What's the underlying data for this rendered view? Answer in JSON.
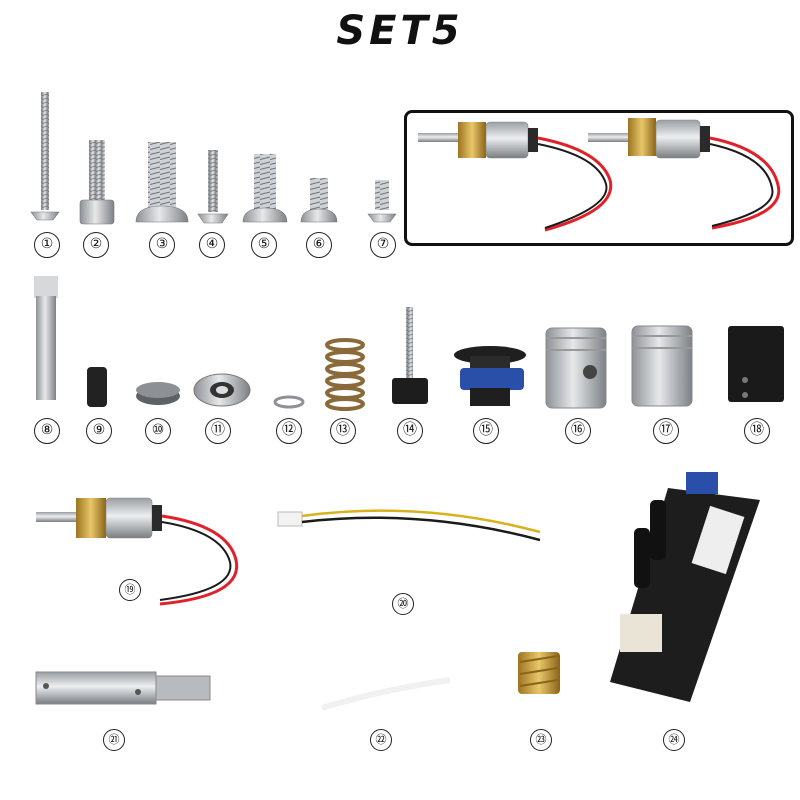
{
  "title": "SET5",
  "labels": [
    "①",
    "②",
    "③",
    "④",
    "⑤",
    "⑥",
    "⑦",
    "⑧",
    "⑨",
    "⑩",
    "⑪",
    "⑫",
    "⑬",
    "⑭",
    "⑮",
    "⑯",
    "⑰",
    "⑱",
    "⑲",
    "⑳",
    "㉑",
    "㉒",
    "㉓",
    "㉔"
  ],
  "colors": {
    "metal": "#b8bcc0",
    "brass": "#c9a243",
    "black": "#1b1b1b",
    "red_wire": "#e0202a",
    "yellow_wire": "#d8b21e",
    "blue_part": "#2a4fa8"
  }
}
